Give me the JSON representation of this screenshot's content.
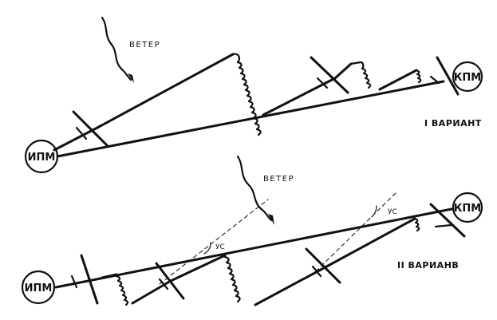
{
  "diagram": {
    "wind_label": "ВЕТЕР",
    "start_point_label": "ИПМ",
    "end_point_label": "КПМ",
    "drift_angle_label": "УС",
    "variant_1_label": "I ВАРИАНТ",
    "variant_2_label": "II ВАРИАНВ"
  },
  "colors": {
    "ink": "#111111",
    "paper": "#ffffff"
  }
}
